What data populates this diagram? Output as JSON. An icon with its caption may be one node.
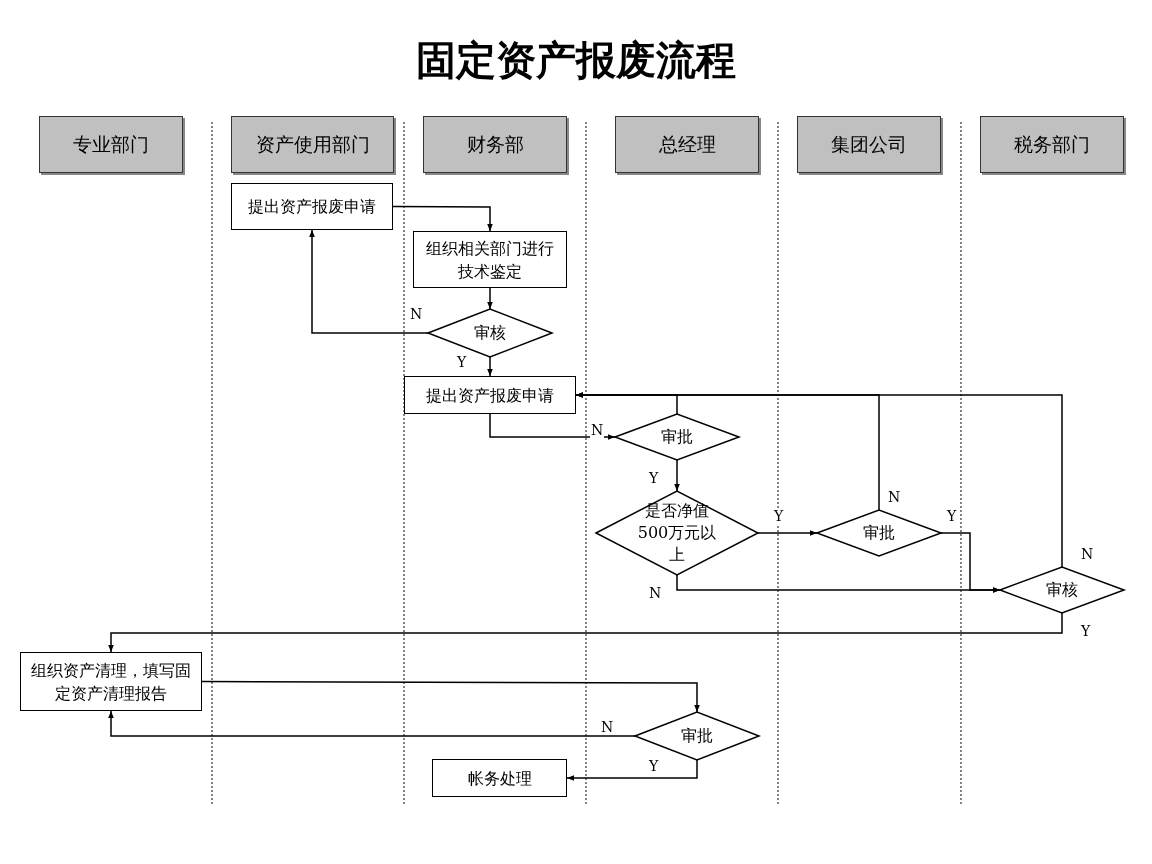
{
  "diagram": {
    "title": "固定资产报废流程",
    "nodes": [
      {
        "text": [
          "专业部门"
        ]
      },
      {
        "text": [
          "资产使用部门"
        ]
      },
      {
        "text": [
          "财务部"
        ]
      },
      {
        "text": [
          "总经理"
        ]
      },
      {
        "text": [
          "集团公司"
        ]
      },
      {
        "text": [
          "税务部门"
        ]
      },
      {
        "text": [
          "提出资产报废申请"
        ]
      },
      {
        "text": [
          "组织相关部门进行技术鉴定"
        ]
      },
      {
        "text": [
          "审核"
        ]
      },
      {
        "text": [
          "提出资产报废申请"
        ]
      },
      {
        "text": [
          "审批"
        ]
      },
      {
        "text": [
          "是否净值500万元以上"
        ]
      },
      {
        "text": [
          "审批"
        ]
      },
      {
        "text": [
          "审核"
        ]
      },
      {
        "text": [
          "组织资产清理，填写固定资产清理报告"
        ]
      },
      {
        "text": [
          "审批"
        ]
      },
      {
        "text": [
          "帐务处理"
        ]
      }
    ],
    "edges": [
      {
        "from": 6,
        "to": 7,
        "arrow": "to"
      },
      {
        "from": 7,
        "to": 8,
        "arrow": "to"
      },
      {
        "from": 8,
        "to": 6,
        "arrow": "to",
        "label": "N"
      },
      {
        "from": 8,
        "to": 9,
        "arrow": "to",
        "label": "Y"
      },
      {
        "from": 9,
        "to": 10,
        "arrow": "to",
        "label": "N"
      },
      {
        "from": 10,
        "to": 9,
        "arrow": "to"
      },
      {
        "from": 10,
        "to": 11,
        "arrow": "to",
        "label": "Y"
      },
      {
        "from": 11,
        "to": 12,
        "arrow": "to",
        "label": "Y"
      },
      {
        "from": 12,
        "to": 9,
        "arrow": "to",
        "label": "N"
      },
      {
        "from": 12,
        "to": 13,
        "arrow": "to",
        "label": "Y"
      },
      {
        "from": 11,
        "to": 13,
        "arrow": "to",
        "label": "N"
      },
      {
        "from": 13,
        "to": 9,
        "arrow": "to",
        "label": "N"
      },
      {
        "from": 13,
        "to": 14,
        "arrow": "to",
        "label": "Y"
      },
      {
        "from": 14,
        "to": 15,
        "arrow": "to"
      },
      {
        "from": 15,
        "to": 14,
        "arrow": "to",
        "label": "N"
      },
      {
        "from": 15,
        "to": 16,
        "arrow": "to",
        "label": "Y"
      }
    ]
  }
}
